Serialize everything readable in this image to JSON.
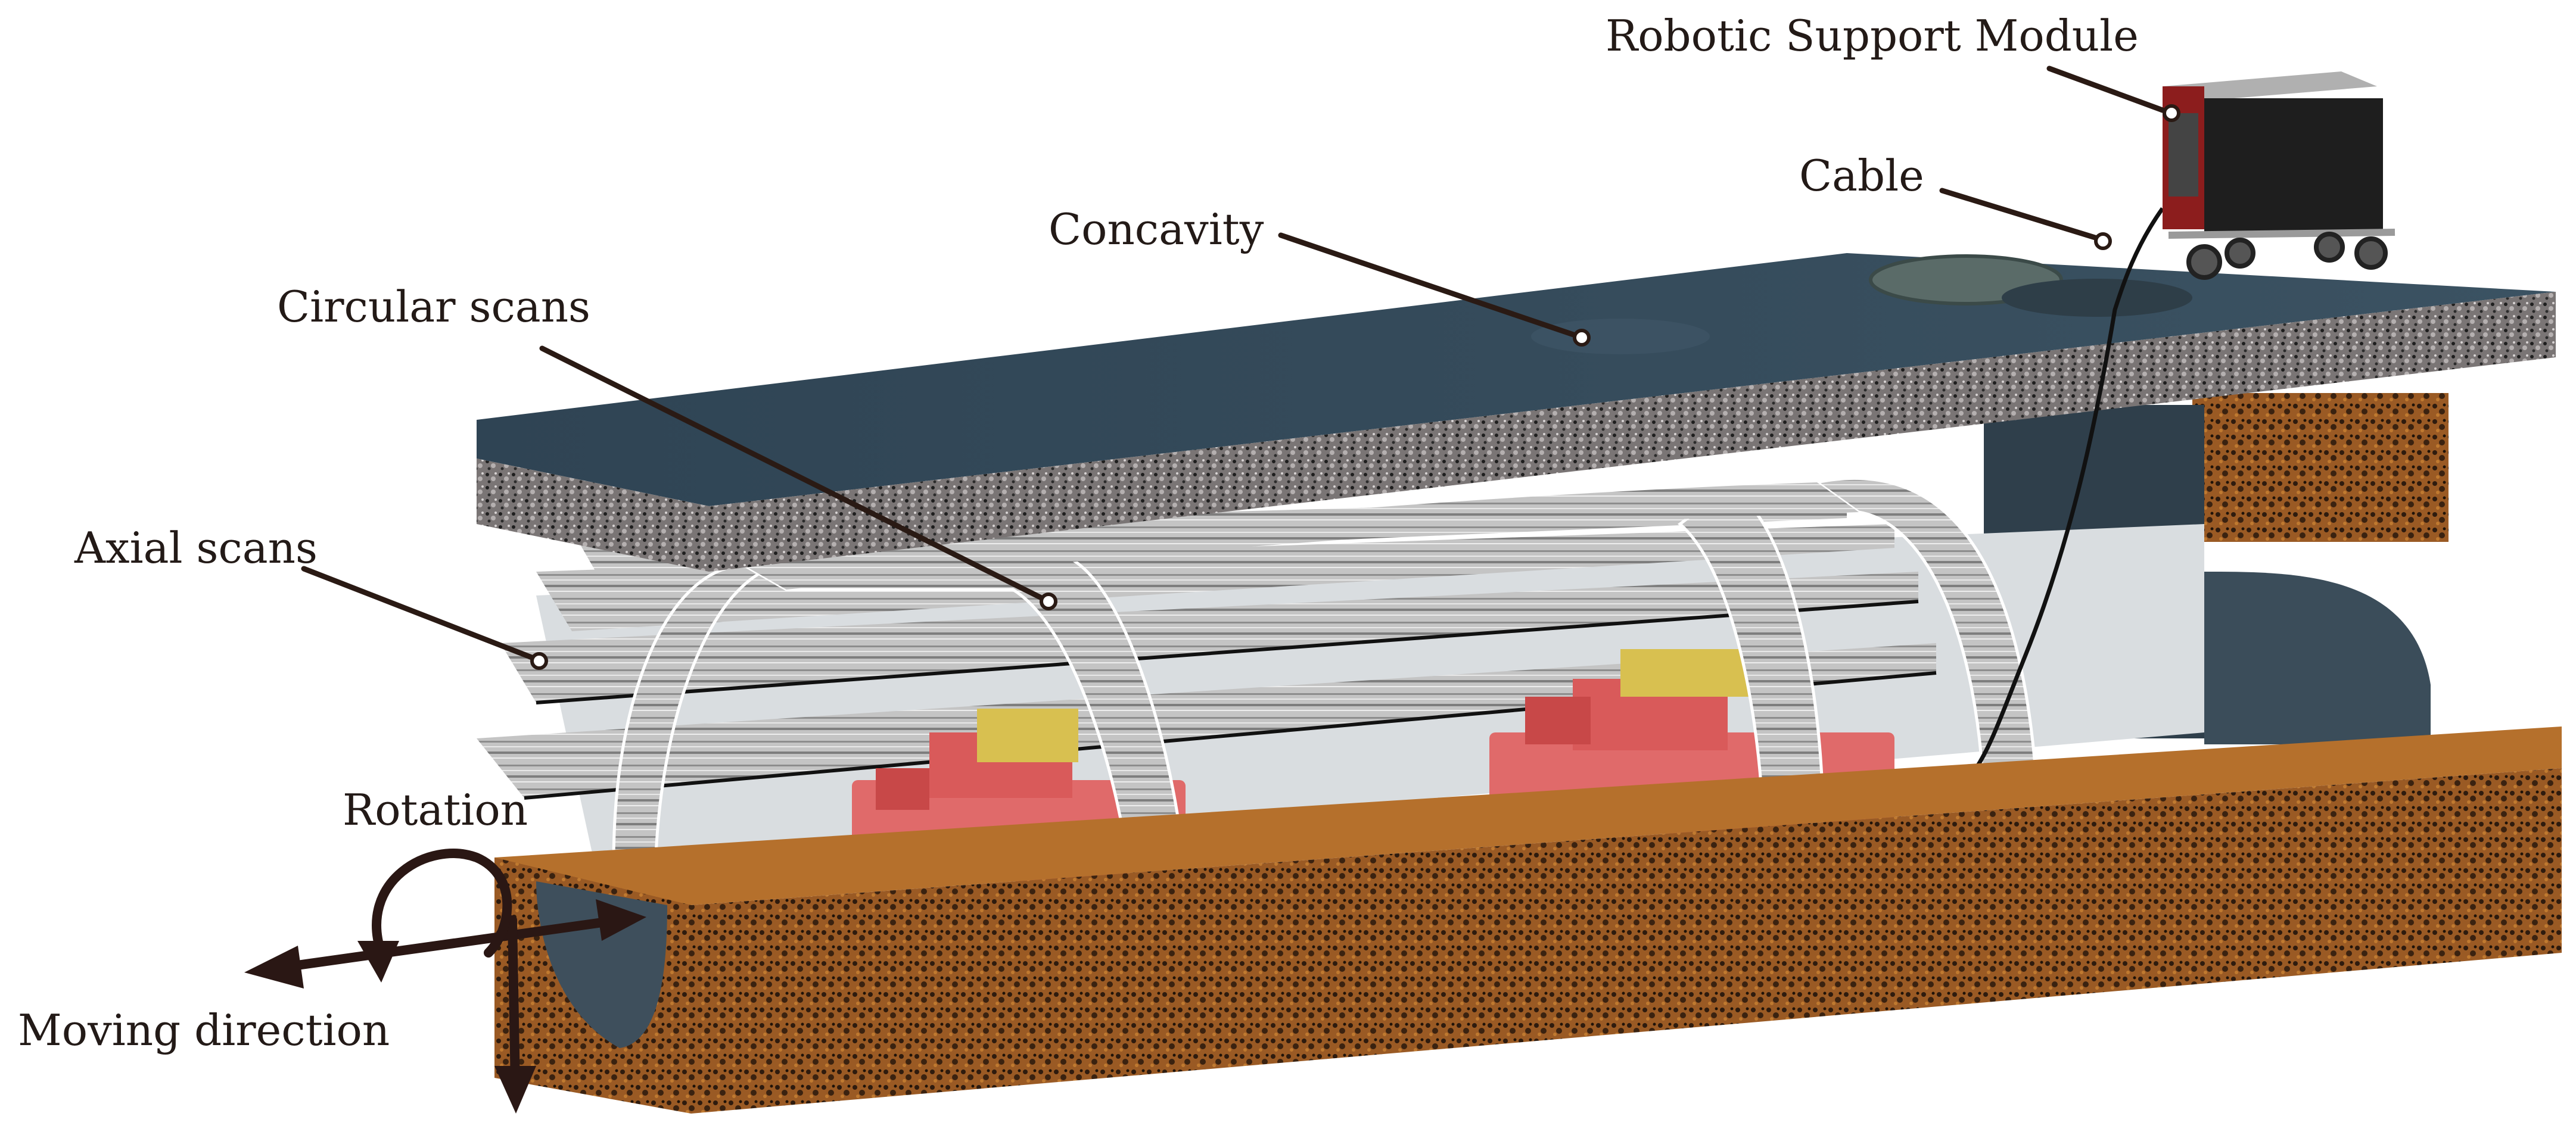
{
  "labels": {
    "robotic_support_module": "Robotic Support Module",
    "cable": "Cable",
    "concavity": "Concavity",
    "circular_scans": "Circular scans",
    "axial_scans": "Axial scans",
    "rotation": "Rotation",
    "moving_direction": "Moving direction"
  },
  "colors": {
    "road_top": "#34495a",
    "aggregate": "#6f6a6a",
    "soil": "#8a4d1f",
    "pipe_inner": "#3e4f5c",
    "scan_gray": "#b9b9b9",
    "robot_red": "#e06060",
    "robot_yellow": "#d8c050",
    "module_black": "#1e1e1e",
    "module_red": "#8c1d1d",
    "leader": "#2a1a14"
  }
}
